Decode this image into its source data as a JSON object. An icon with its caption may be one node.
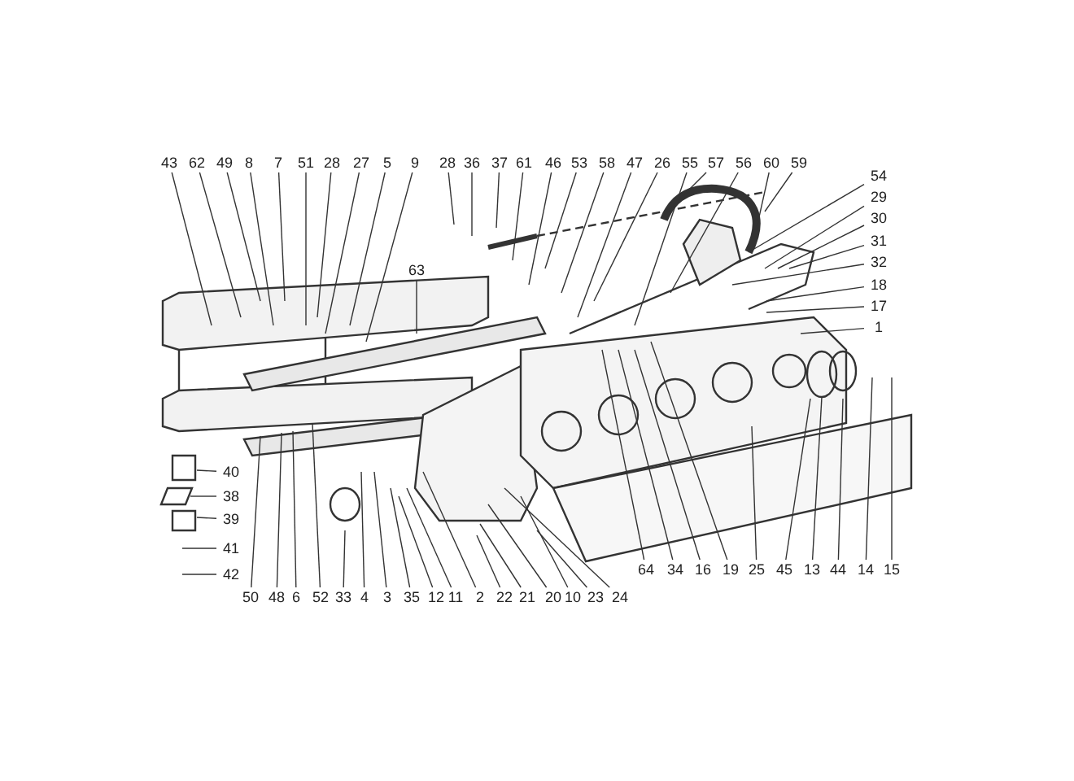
{
  "diagram": {
    "nodes": [
      {
        "text": [
          "43"
        ]
      },
      {
        "text": [
          "62"
        ]
      },
      {
        "text": [
          "49"
        ]
      },
      {
        "text": [
          "8"
        ]
      },
      {
        "text": [
          "7"
        ]
      },
      {
        "text": [
          "51"
        ]
      },
      {
        "text": [
          "28"
        ]
      },
      {
        "text": [
          "27"
        ]
      },
      {
        "text": [
          "5"
        ]
      },
      {
        "text": [
          "9"
        ]
      },
      {
        "text": [
          "63"
        ]
      },
      {
        "text": [
          "28"
        ]
      },
      {
        "text": [
          "36"
        ]
      },
      {
        "text": [
          "37"
        ]
      },
      {
        "text": [
          "61"
        ]
      },
      {
        "text": [
          "46"
        ]
      },
      {
        "text": [
          "53"
        ]
      },
      {
        "text": [
          "58"
        ]
      },
      {
        "text": [
          "47"
        ]
      },
      {
        "text": [
          "26"
        ]
      },
      {
        "text": [
          "55"
        ]
      },
      {
        "text": [
          "57"
        ]
      },
      {
        "text": [
          "56"
        ]
      },
      {
        "text": [
          "60"
        ]
      },
      {
        "text": [
          "59"
        ]
      },
      {
        "text": [
          "54"
        ]
      },
      {
        "text": [
          "29"
        ]
      },
      {
        "text": [
          "30"
        ]
      },
      {
        "text": [
          "31"
        ]
      },
      {
        "text": [
          "32"
        ]
      },
      {
        "text": [
          "18"
        ]
      },
      {
        "text": [
          "17"
        ]
      },
      {
        "text": [
          "1"
        ]
      },
      {
        "text": [
          "40"
        ]
      },
      {
        "text": [
          "38"
        ]
      },
      {
        "text": [
          "39"
        ]
      },
      {
        "text": [
          "41"
        ]
      },
      {
        "text": [
          "42"
        ]
      },
      {
        "text": [
          "50"
        ]
      },
      {
        "text": [
          "48"
        ]
      },
      {
        "text": [
          "6"
        ]
      },
      {
        "text": [
          "52"
        ]
      },
      {
        "text": [
          "33"
        ]
      },
      {
        "text": [
          "4"
        ]
      },
      {
        "text": [
          "3"
        ]
      },
      {
        "text": [
          "35"
        ]
      },
      {
        "text": [
          "12"
        ]
      },
      {
        "text": [
          "11"
        ]
      },
      {
        "text": [
          "2"
        ]
      },
      {
        "text": [
          "22"
        ]
      },
      {
        "text": [
          "21"
        ]
      },
      {
        "text": [
          "20"
        ]
      },
      {
        "text": [
          "10"
        ]
      },
      {
        "text": [
          "23"
        ]
      },
      {
        "text": [
          "24"
        ]
      },
      {
        "text": [
          "64"
        ]
      },
      {
        "text": [
          "34"
        ]
      },
      {
        "text": [
          "16"
        ]
      },
      {
        "text": [
          "19"
        ]
      },
      {
        "text": [
          "25"
        ]
      },
      {
        "text": [
          "45"
        ]
      },
      {
        "text": [
          "13"
        ]
      },
      {
        "text": [
          "44"
        ]
      },
      {
        "text": [
          "14"
        ]
      },
      {
        "text": [
          "15"
        ]
      }
    ],
    "edges": [
      {
        "from": 0,
        "to": null,
        "arrow": "none"
      },
      {
        "from": 1,
        "to": null,
        "arrow": "none"
      },
      {
        "from": 2,
        "to": null,
        "arrow": "none"
      },
      {
        "from": 3,
        "to": null,
        "arrow": "none"
      },
      {
        "from": 4,
        "to": null,
        "arrow": "none"
      },
      {
        "from": 5,
        "to": null,
        "arrow": "none"
      },
      {
        "from": 6,
        "to": null,
        "arrow": "none"
      },
      {
        "from": 7,
        "to": null,
        "arrow": "none"
      },
      {
        "from": 8,
        "to": null,
        "arrow": "none"
      },
      {
        "from": 9,
        "to": null,
        "arrow": "none"
      },
      {
        "from": 10,
        "to": null,
        "arrow": "none"
      },
      {
        "from": 11,
        "to": null,
        "arrow": "none"
      },
      {
        "from": 12,
        "to": null,
        "arrow": "none"
      },
      {
        "from": 13,
        "to": null,
        "arrow": "none"
      },
      {
        "from": 14,
        "to": null,
        "arrow": "none"
      },
      {
        "from": 15,
        "to": null,
        "arrow": "none"
      },
      {
        "from": 16,
        "to": null,
        "arrow": "none"
      },
      {
        "from": 17,
        "to": null,
        "arrow": "none"
      },
      {
        "from": 18,
        "to": null,
        "arrow": "none"
      },
      {
        "from": 19,
        "to": null,
        "arrow": "none"
      },
      {
        "from": 20,
        "to": null,
        "arrow": "none"
      },
      {
        "from": 21,
        "to": null,
        "arrow": "none"
      },
      {
        "from": 22,
        "to": null,
        "arrow": "none"
      },
      {
        "from": 23,
        "to": null,
        "arrow": "none"
      },
      {
        "from": 24,
        "to": null,
        "arrow": "none"
      },
      {
        "from": 25,
        "to": null,
        "arrow": "none"
      },
      {
        "from": 26,
        "to": null,
        "arrow": "none"
      },
      {
        "from": 27,
        "to": null,
        "arrow": "none"
      },
      {
        "from": 28,
        "to": null,
        "arrow": "none"
      },
      {
        "from": 29,
        "to": null,
        "arrow": "none"
      },
      {
        "from": 30,
        "to": null,
        "arrow": "none"
      },
      {
        "from": 31,
        "to": null,
        "arrow": "none"
      },
      {
        "from": 32,
        "to": null,
        "arrow": "none"
      },
      {
        "from": 33,
        "to": null,
        "arrow": "none"
      },
      {
        "from": 34,
        "to": null,
        "arrow": "none"
      },
      {
        "from": 35,
        "to": null,
        "arrow": "none"
      },
      {
        "from": 36,
        "to": null,
        "arrow": "none"
      },
      {
        "from": 37,
        "to": null,
        "arrow": "none"
      },
      {
        "from": 38,
        "to": null,
        "arrow": "none"
      },
      {
        "from": 39,
        "to": null,
        "arrow": "none"
      },
      {
        "from": 40,
        "to": null,
        "arrow": "none"
      },
      {
        "from": 41,
        "to": null,
        "arrow": "none"
      },
      {
        "from": 42,
        "to": null,
        "arrow": "none"
      },
      {
        "from": 43,
        "to": null,
        "arrow": "none"
      },
      {
        "from": 44,
        "to": null,
        "arrow": "none"
      },
      {
        "from": 45,
        "to": null,
        "arrow": "none"
      },
      {
        "from": 46,
        "to": null,
        "arrow": "none"
      },
      {
        "from": 47,
        "to": null,
        "arrow": "none"
      },
      {
        "from": 48,
        "to": null,
        "arrow": "none"
      },
      {
        "from": 49,
        "to": null,
        "arrow": "none"
      },
      {
        "from": 50,
        "to": null,
        "arrow": "none"
      },
      {
        "from": 51,
        "to": null,
        "arrow": "none"
      },
      {
        "from": 52,
        "to": null,
        "arrow": "none"
      },
      {
        "from": 53,
        "to": null,
        "arrow": "none"
      },
      {
        "from": 54,
        "to": null,
        "arrow": "none"
      },
      {
        "from": 55,
        "to": null,
        "arrow": "none"
      },
      {
        "from": 56,
        "to": null,
        "arrow": "none"
      },
      {
        "from": 57,
        "to": null,
        "arrow": "none"
      },
      {
        "from": 58,
        "to": null,
        "arrow": "none"
      },
      {
        "from": 59,
        "to": null,
        "arrow": "none"
      },
      {
        "from": 60,
        "to": null,
        "arrow": "none"
      },
      {
        "from": 61,
        "to": null,
        "arrow": "none"
      },
      {
        "from": 62,
        "to": null,
        "arrow": "none"
      },
      {
        "from": 63,
        "to": null,
        "arrow": "none"
      },
      {
        "from": 64,
        "to": null,
        "arrow": "none"
      }
    ]
  }
}
